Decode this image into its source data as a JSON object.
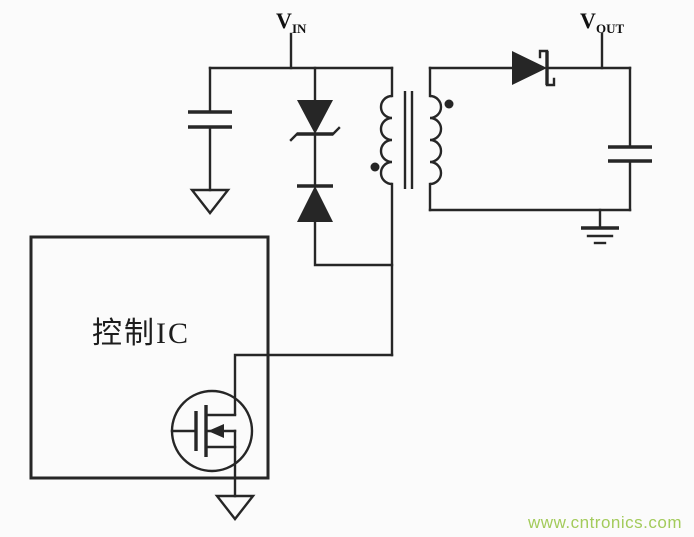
{
  "page": {
    "background": "#fbfbfb",
    "stroke_color": "#262626"
  },
  "schematic": {
    "vin_label": {
      "main": "V",
      "sub": "IN"
    },
    "vout_label": {
      "main": "V",
      "sub": "OUT"
    },
    "control_ic_label": "控制IC",
    "components": [
      "input-filter-capacitor",
      "input-ground",
      "tvs-zener-diode",
      "blocking-diode",
      "flyback-transformer",
      "primary-polarity-dot",
      "secondary-polarity-dot",
      "output-rectifier-diode",
      "output-filter-capacitor",
      "secondary-ground",
      "control-ic",
      "power-mosfet",
      "source-ground"
    ]
  },
  "watermark": {
    "text": "www.cntronics.com",
    "color": "#a3cb5b"
  }
}
